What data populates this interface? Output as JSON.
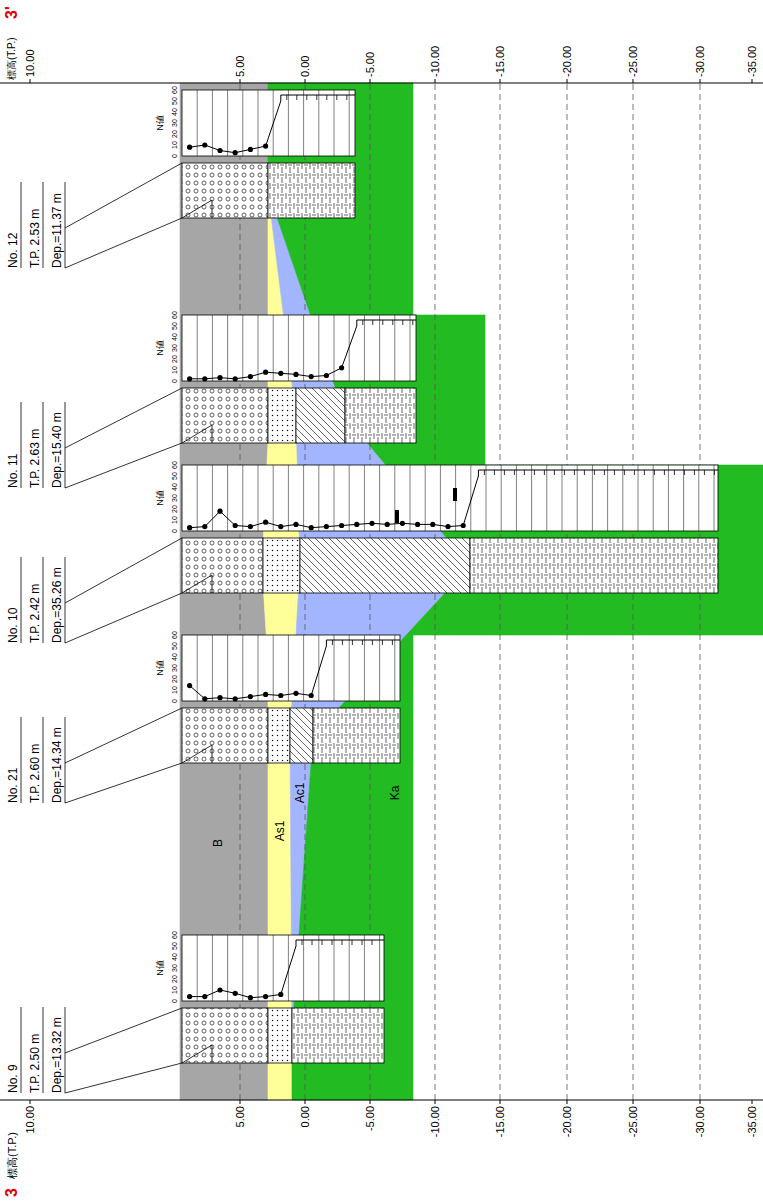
{
  "diagram": {
    "nodes": [
      {
        "text": [
          "B"
        ]
      },
      {
        "text": [
          "As1"
        ]
      },
      {
        "text": [
          "Ac1"
        ]
      },
      {
        "text": [
          "Ka"
        ]
      }
    ],
    "labels": [
      "3",
      "標高(T.P.)",
      "10.00",
      "5.00",
      "0.00",
      "-5.00",
      "-10.00",
      "-15.00",
      "-20.00",
      "-25.00",
      "-30.00",
      "-35.00",
      "3'",
      "標高(T.P.)",
      "10.00",
      "5.00",
      "0.00",
      "-5.00",
      "-10.00",
      "-15.00",
      "-20.00",
      "-25.00",
      "-30.00",
      "-35.00",
      "No. 9",
      "T.P. 2.50 m",
      "Dep.=13.32 m",
      "0",
      "10",
      "20",
      "30",
      "40",
      "50",
      "60",
      "N値",
      "No. 21",
      "T.P. 2.60 m",
      "Dep.=14.34 m",
      "0",
      "10",
      "20",
      "30",
      "40",
      "50",
      "60",
      "N値",
      "No. 10",
      "T.P. 2.42 m",
      "Dep.=35.26 m",
      "0",
      "10",
      "20",
      "30",
      "40",
      "50",
      "60",
      "N値",
      "No. 11",
      "T.P. 2.63 m",
      "Dep.=15.40 m",
      "0",
      "10",
      "20",
      "30",
      "40",
      "50",
      "60",
      "N値",
      "No. 12",
      "T.P. 2.53 m",
      "Dep.=11.37 m",
      "0",
      "10",
      "20",
      "30",
      "40",
      "50",
      "60",
      "N値"
    ]
  }
}
